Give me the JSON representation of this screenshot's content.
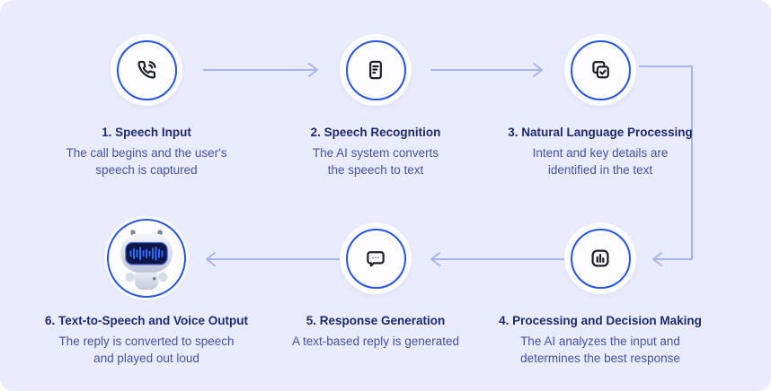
{
  "diagram": {
    "kind": "process-flow",
    "direction": "row1 left-to-right, wraps down, row2 right-to-left",
    "colors": {
      "background": "#e9ecfc",
      "node_disc": "#fdfdff",
      "node_ring": "#2454e8",
      "icon_stroke": "#1e2027",
      "title_text": "#1d2a6e",
      "description_text": "#46529f",
      "connector": "#a9b4ee",
      "robot_screen": "#0e1743",
      "robot_equalizer": "#2e6bff"
    },
    "steps": [
      {
        "icon": "phone-call-icon",
        "title": "1. Speech Input",
        "description": "The call begins and the user's\nspeech is captured"
      },
      {
        "icon": "document-text-icon",
        "title": "2. Speech Recognition",
        "description": "The AI system converts\nthe speech to text"
      },
      {
        "icon": "copy-check-icon",
        "title": "3. Natural Language Processing",
        "description": "Intent and key details are\nidentified in the text"
      },
      {
        "icon": "bar-chart-icon",
        "title": "4. Processing and Decision Making",
        "description": "The AI analyzes the input and\ndetermines the best response"
      },
      {
        "icon": "chat-bubble-icon",
        "title": "5. Response Generation",
        "description": "A text-based reply is generated"
      },
      {
        "icon": "robot-voice-image",
        "title": "6. Text-to-Speech and Voice Output",
        "description": "The reply is converted to speech\nand played out loud"
      }
    ],
    "connectors": [
      {
        "from": "step-1",
        "to": "step-2",
        "shape": "straight-right-arrow"
      },
      {
        "from": "step-2",
        "to": "step-3",
        "shape": "straight-right-arrow"
      },
      {
        "from": "step-3",
        "to": "step-4",
        "shape": "elbow-right-down-left-arrow"
      },
      {
        "from": "step-4",
        "to": "step-5",
        "shape": "straight-left-arrow"
      },
      {
        "from": "step-5",
        "to": "step-6",
        "shape": "straight-left-arrow"
      }
    ]
  }
}
